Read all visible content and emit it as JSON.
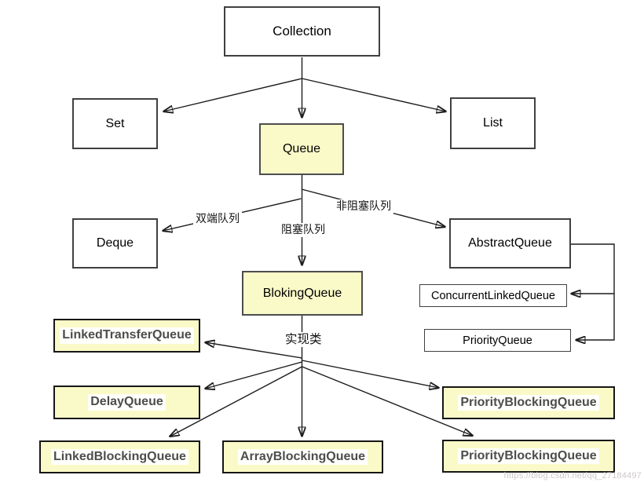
{
  "diagram": {
    "nodes": {
      "collection": "Collection",
      "set": "Set",
      "queue": "Queue",
      "list": "List",
      "deque": "Deque",
      "abstract_queue": "AbstractQueue",
      "bloking_queue": "BlokingQueue",
      "concurrent_linked_queue": "ConcurrentLinkedQueue",
      "priority_queue": "PriorityQueue",
      "linked_transfer_queue": "LinkedTransferQueue",
      "delay_queue": "DelayQueue",
      "linked_blocking_queue": "LinkedBlockingQueue",
      "array_blocking_queue": "ArrayBlockingQueue",
      "priority_blocking_queue_top": "PriorityBlockingQueue",
      "priority_blocking_queue_bottom": "PriorityBlockingQueue"
    },
    "edge_labels": {
      "double_ended": "双端队列",
      "blocking": "阻塞队列",
      "non_blocking": "非阻塞队列",
      "implementation": "实现类"
    },
    "colors": {
      "highlight_fill": "#fafac8",
      "plain_fill": "#ffffff",
      "line": "#1c1c1c",
      "impl_text": "#4d4d4d"
    },
    "watermark": "https://blog.csdn.net/qq_27184497"
  }
}
